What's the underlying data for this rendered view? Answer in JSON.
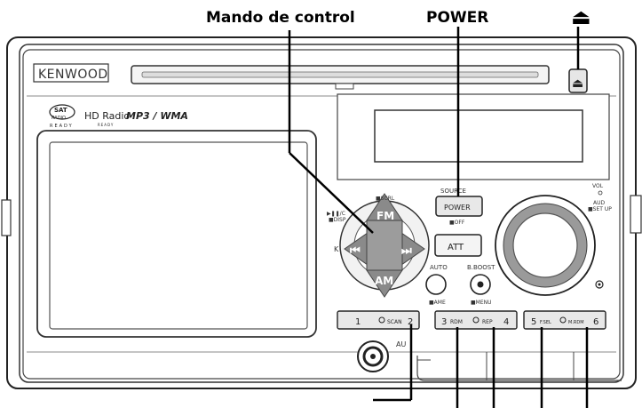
{
  "callouts": {
    "control_knob": "Mando de control",
    "power": "POWER"
  },
  "unit": {
    "brand": "KENWOOD",
    "logo_sat": "SAT",
    "logo_radio": "RADIO",
    "logo_ready": "READY",
    "logo_hd": "HD Radio",
    "logo_hd_sub": "READY",
    "logo_format": "MP3 / WMA"
  },
  "controls": {
    "source_label": "SOURCE",
    "power_button": "POWER",
    "off_label": "■OFF",
    "vol_label": "VOL",
    "aud_label": "AUD",
    "setup_label": "■SET UP",
    "att_button": "ATT",
    "auto_label": "AUTO",
    "ame_label": "■AME",
    "bboost_label": "B.BOOST",
    "menu_label": "■MENU",
    "fm_label": "FM",
    "am_label": "AM",
    "prev_label": "⏮",
    "next_label": "⏭",
    "playpause_label": "▶❚❚/C",
    "disp_label": "■DISP",
    "scrl_label": "■SCRL",
    "knob_side_label": "K",
    "aux_label": "AU",
    "eject_symbol": "⏏"
  },
  "presets": [
    {
      "left": "1",
      "mid": "SCAN",
      "right": "2"
    },
    {
      "left": "3",
      "mid_left": "RDM",
      "mid_right": "REP",
      "right": "4"
    },
    {
      "left": "5",
      "mid_left": "F.SEL",
      "mid_right": "M.RDM",
      "right": "6"
    }
  ]
}
